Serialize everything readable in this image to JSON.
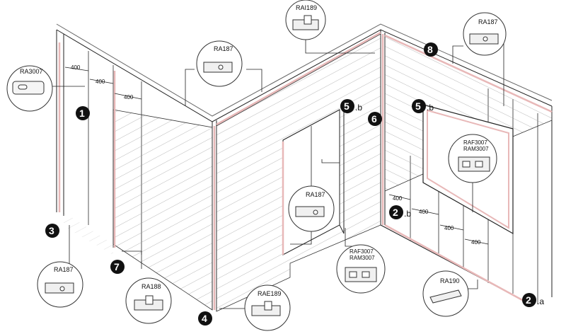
{
  "diagram": {
    "callouts": {
      "ra3007": "RA3007",
      "ra187_top": "RA187",
      "rai189": "RAI189",
      "ra187_right": "RA187",
      "raf3007": "RAF3007",
      "ram3007": "RAM3007",
      "ra187_mid": "RA187",
      "raf3007_low": "RAF3007",
      "ram3007_low": "RAM3007",
      "ra187_bottom": "RA187",
      "ra188": "RA188",
      "rae189": "RAE189",
      "ra190": "RA190"
    },
    "badges": {
      "b1": "1",
      "b2a": "2",
      "b2a_suffix": ".a",
      "b2b": "2",
      "b2b_suffix": ".b",
      "b3": "3",
      "b4": "4",
      "b5b_left": "5",
      "b5b_left_suffix": ".b",
      "b5b_right": "5",
      "b5b_right_suffix": ".b",
      "b6": "6",
      "b7": "7",
      "b8": "8"
    },
    "dimensions": {
      "top_1": "400",
      "top_2": "400",
      "top_3": "400",
      "right_1": "400",
      "right_2": "400",
      "right_3": "400",
      "right_4": "400"
    },
    "colors": {
      "line": "#222222",
      "trim": "#e8b8b8",
      "badge": "#111111",
      "wall_hatch": "#9a9a9a"
    }
  }
}
